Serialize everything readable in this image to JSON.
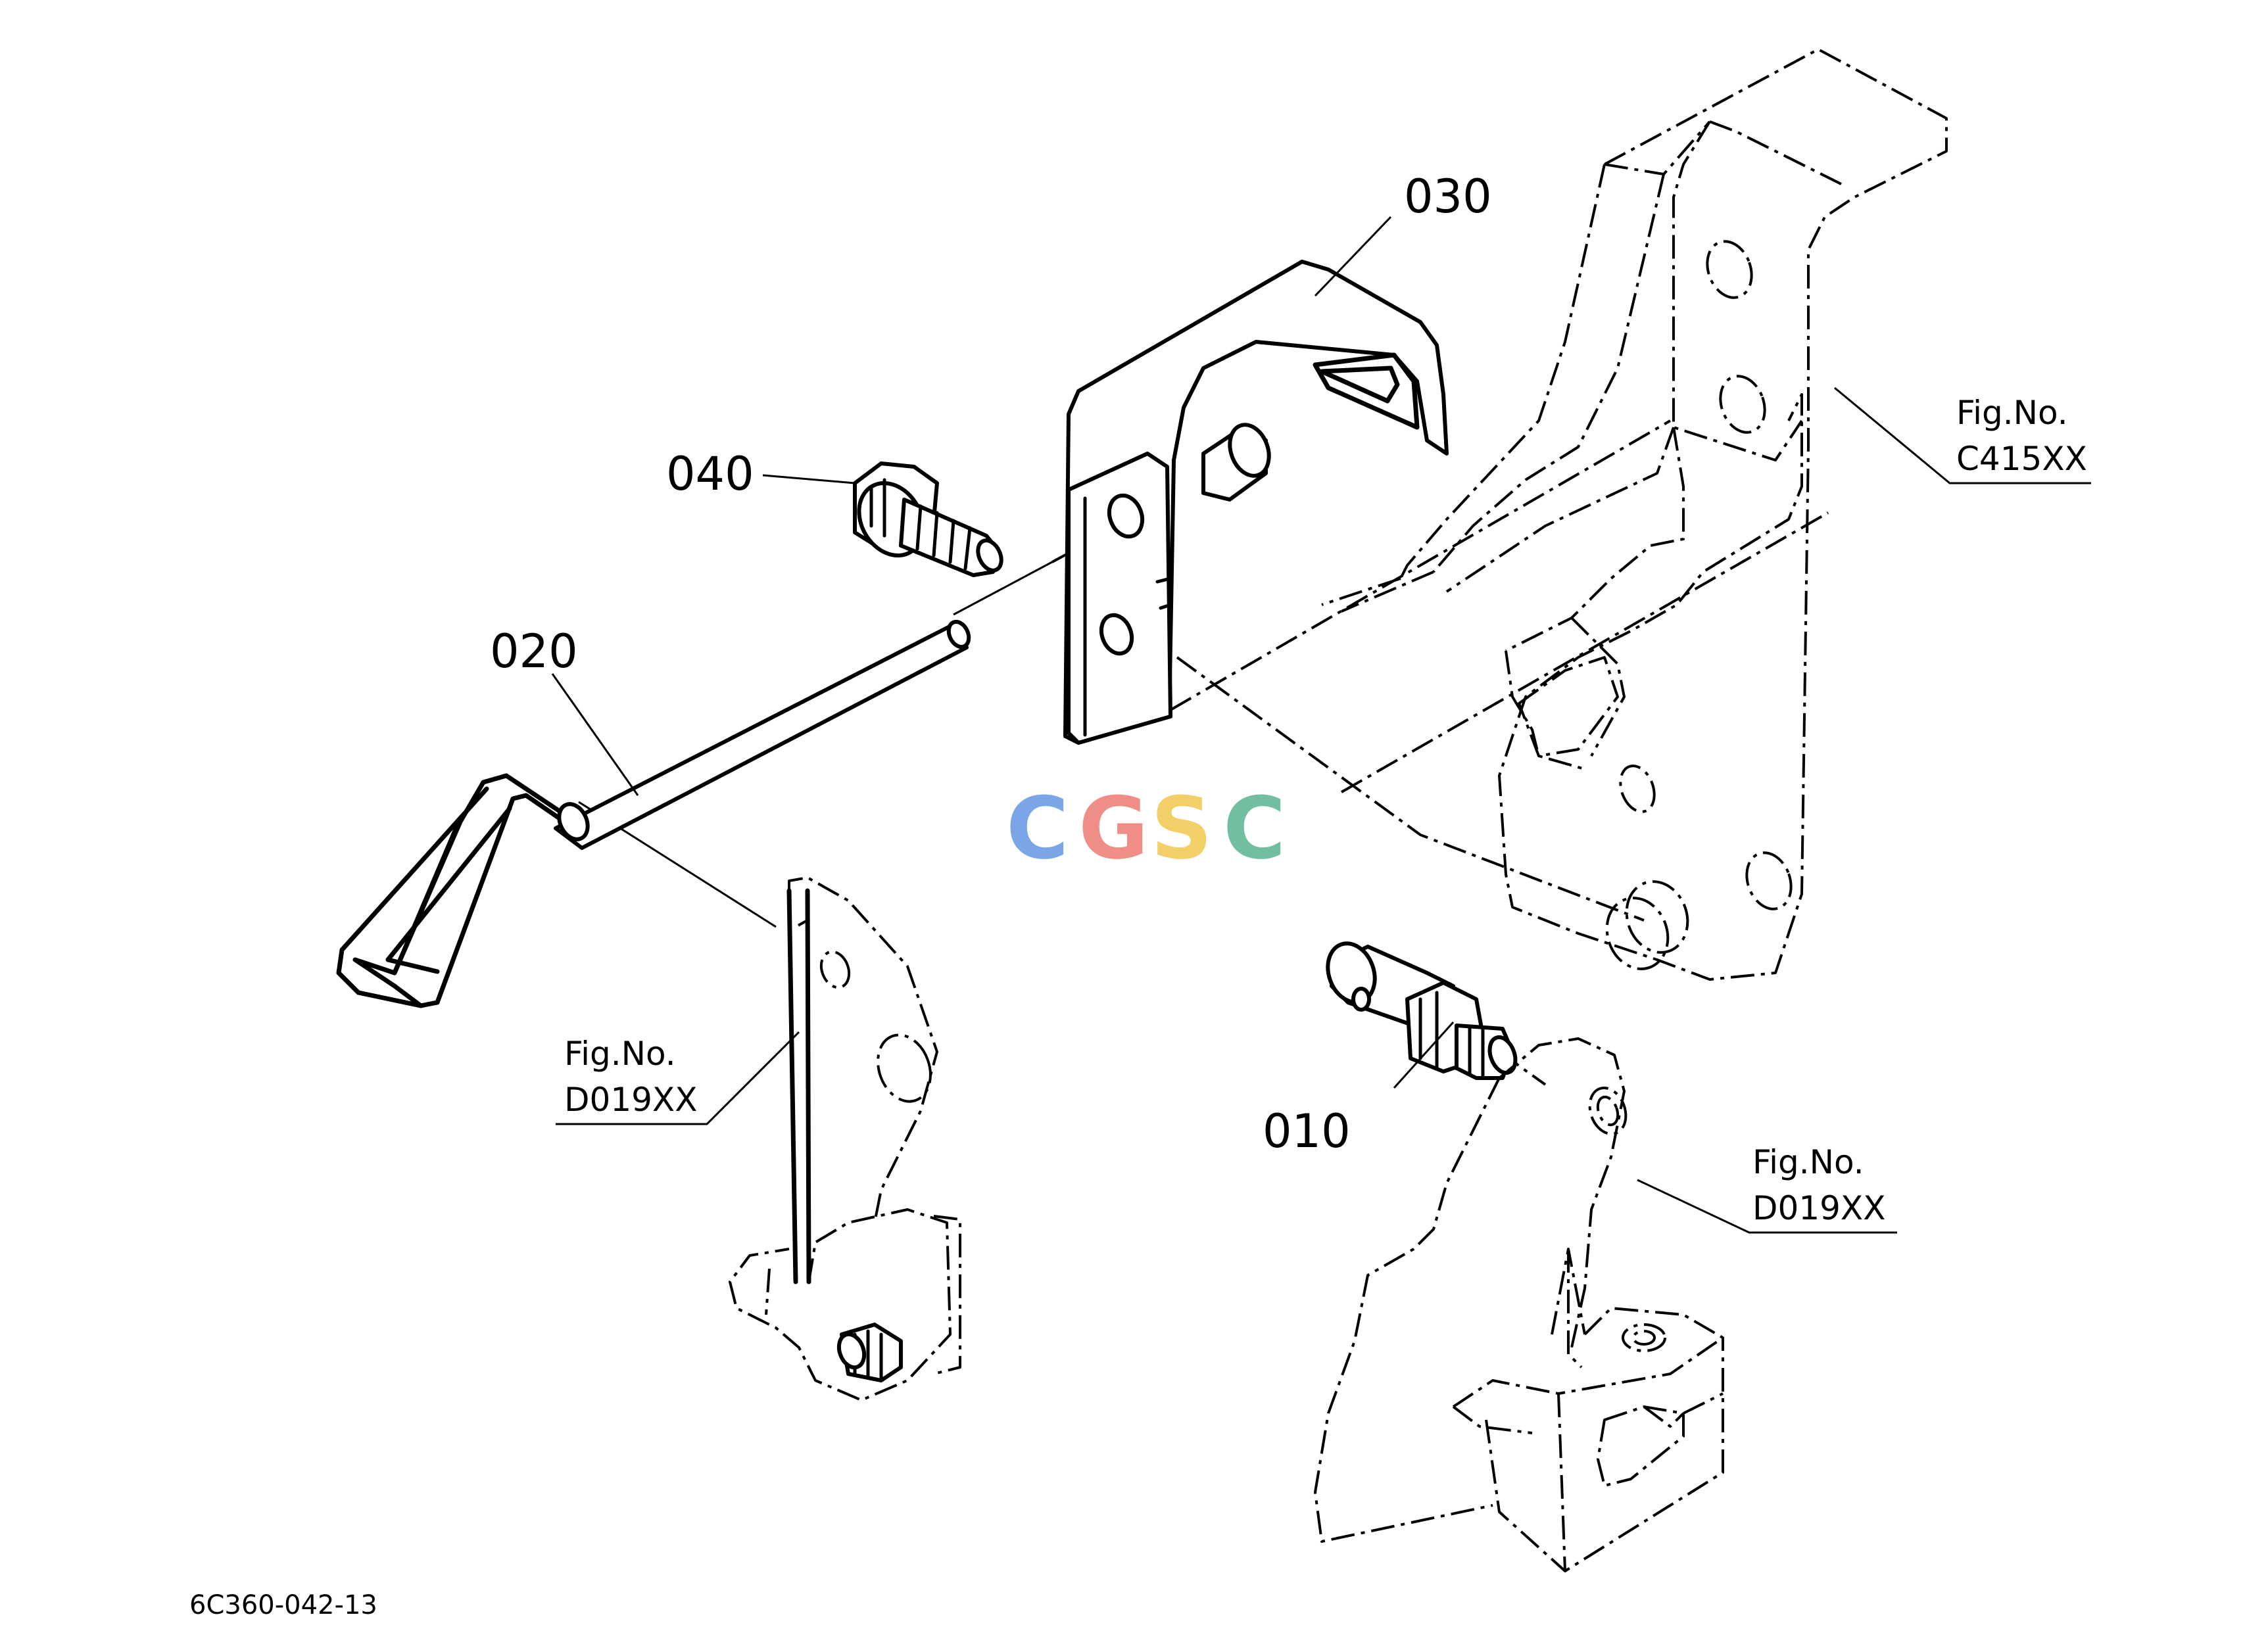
{
  "parts": {
    "p010": "010",
    "p020": "020",
    "p030": "030",
    "p040": "040"
  },
  "references": {
    "fig_prefix": "Fig.No.",
    "right_top": "C415XX",
    "left_arm": "D019XX",
    "right_arm": "D019XX"
  },
  "drawing_code": "6C360-042-13",
  "watermark": {
    "letters": [
      "C",
      "G",
      "S",
      "C"
    ],
    "colors": [
      "#7aa6e8",
      "#ef8e86",
      "#f3cf67",
      "#72bfa0"
    ]
  }
}
